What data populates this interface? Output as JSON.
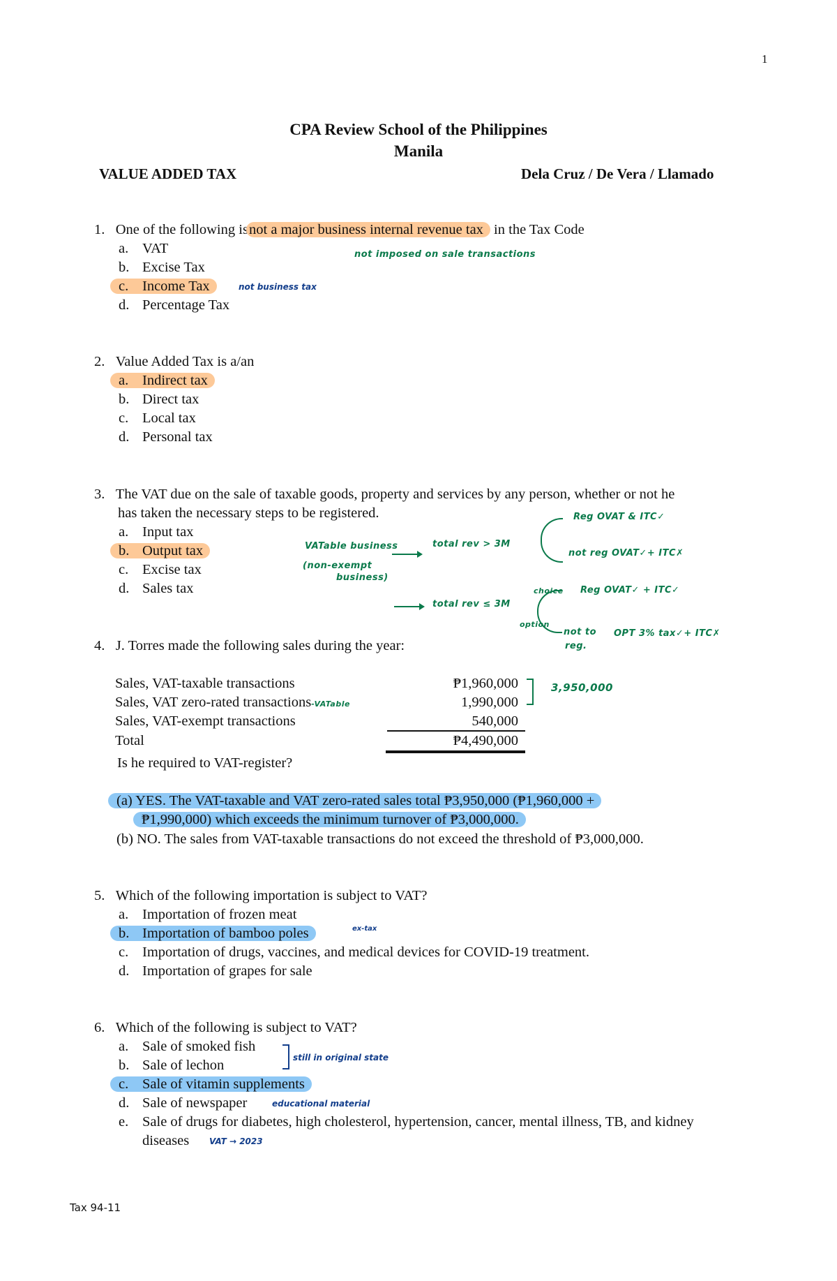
{
  "page": {
    "number": "1",
    "footer": "Tax 94-11"
  },
  "header": {
    "school": "CPA Review School of the Philippines",
    "city": "Manila",
    "subject": "VALUE ADDED TAX",
    "authors": "Dela Cruz / De Vera / Llamado"
  },
  "colors": {
    "orange_highlight": "#fdc998",
    "blue_highlight": "#8ec8f5",
    "green_ink": "#0b7a4b",
    "blue_ink": "#143f8c"
  },
  "questions": [
    {
      "num": "1.",
      "text_pre": "One of the following is ",
      "text_hl": "not a major business internal revenue tax",
      "text_post": " in the Tax Code",
      "options": [
        {
          "letter": "a.",
          "text": "VAT"
        },
        {
          "letter": "b.",
          "text": "Excise Tax"
        },
        {
          "letter": "c.",
          "text": "Income Tax",
          "highlight": "orange"
        },
        {
          "letter": "d.",
          "text": "Percentage Tax"
        }
      ],
      "notes": [
        "not imposed on sale transactions",
        "not business tax"
      ]
    },
    {
      "num": "2.",
      "text": "Value Added Tax is a/an",
      "options": [
        {
          "letter": "a.",
          "text": "Indirect tax",
          "highlight": "orange"
        },
        {
          "letter": "b.",
          "text": "Direct tax"
        },
        {
          "letter": "c.",
          "text": "Local tax"
        },
        {
          "letter": "d.",
          "text": "Personal tax"
        }
      ]
    },
    {
      "num": "3.",
      "text_line1": "The VAT due on the sale of taxable goods, property and services by any person, whether or not he",
      "text_line2": "has taken the necessary steps to be registered.",
      "options": [
        {
          "letter": "a.",
          "text": "Input tax"
        },
        {
          "letter": "b.",
          "text": "Output tax",
          "highlight": "orange"
        },
        {
          "letter": "c.",
          "text": "Excise tax"
        },
        {
          "letter": "d.",
          "text": "Sales tax"
        }
      ],
      "notes": {
        "left1": "VATable business",
        "left2": "(non-exempt",
        "left3": "business)",
        "upper_mid": "total rev > 3M",
        "upper_top": "Reg  OVAT & ITC✓",
        "upper_bot": "not reg  OVAT✓+ ITC✗",
        "lower_mid": "total rev ≤ 3M",
        "lower_branch_top": "choice",
        "lower_branch_bot": "option",
        "lower_top": "Reg  OVAT✓ + ITC✓",
        "lower_bot1": "not to",
        "lower_bot2": "reg.",
        "lower_bot_right": "OPT 3% tax✓+ ITC✗"
      }
    },
    {
      "num": "4.",
      "text": "J. Torres made the following sales during the year:",
      "table": [
        {
          "label": "Sales, VAT-taxable transactions",
          "value": "₱1,960,000"
        },
        {
          "label": "Sales, VAT zero-rated transactions",
          "value": "1,990,000",
          "note": "VATable"
        },
        {
          "label": "Sales, VAT-exempt transactions",
          "value": "540,000"
        },
        {
          "label": "Total",
          "value": "₱4,490,000"
        }
      ],
      "bracket_note": "3,950,000",
      "question": "Is he required to VAT-register?",
      "answers": [
        {
          "line1": "(a) YES.  The VAT-taxable and VAT zero-rated sales total ₱3,950,000 (₱1,960,000 +",
          "line2": "₱1,990,000) which exceeds the minimum turnover of ₱3,000,000.",
          "highlight": "blue"
        },
        {
          "line1": "(b) NO.  The sales from VAT-taxable transactions do not exceed the threshold of ₱3,000,000."
        }
      ]
    },
    {
      "num": "5.",
      "text": "Which of the following importation is subject to VAT?",
      "options": [
        {
          "letter": "a.",
          "text": "Importation of frozen meat"
        },
        {
          "letter": "b.",
          "text": "Importation of bamboo poles",
          "highlight": "blue",
          "note": "ex-tax"
        },
        {
          "letter": "c.",
          "text": "Importation of drugs, vaccines, and medical devices for COVID-19 treatment."
        },
        {
          "letter": "d.",
          "text": "Importation of grapes for sale"
        }
      ]
    },
    {
      "num": "6.",
      "text": "Which of the following is subject to VAT?",
      "options": [
        {
          "letter": "a.",
          "text": "Sale of smoked fish"
        },
        {
          "letter": "b.",
          "text": "Sale of lechon"
        },
        {
          "letter": "c.",
          "text": "Sale of vitamin supplements",
          "highlight": "blue"
        },
        {
          "letter": "d.",
          "text": "Sale of newspaper",
          "note": "educational material"
        },
        {
          "letter": "e.",
          "text_line1": "Sale of drugs for diabetes, high cholesterol, hypertension, cancer, mental illness, TB, and kidney",
          "text_line2": "diseases",
          "note": "VAT → 2023"
        }
      ],
      "bracket_note": "still in original state"
    }
  ]
}
